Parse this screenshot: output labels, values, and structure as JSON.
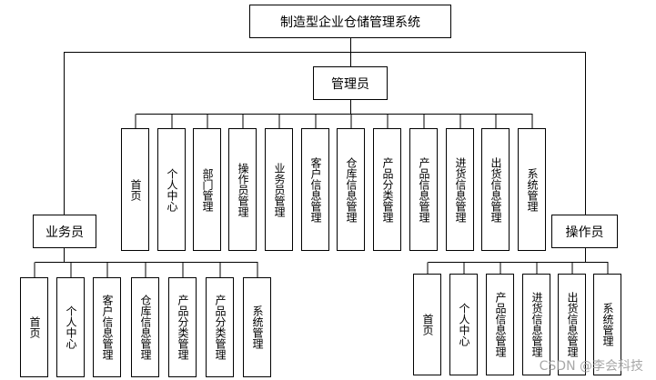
{
  "title": "制造型企业仓储管理系统",
  "admin": {
    "label": "管理员",
    "modules": [
      "首页",
      "个人中心",
      "部门管理",
      "操作员管理",
      "业务员管理",
      "客户信息管理",
      "仓库信息管理",
      "产品分类管理",
      "产品信息管理",
      "进货信息管理",
      "出货信息管理",
      "系统管理"
    ]
  },
  "salesperson": {
    "label": "业务员",
    "modules": [
      "首页",
      "个人中心",
      "客户信息管理",
      "仓库信息管理",
      "产品分类管理",
      "产品分类管理",
      "系统管理"
    ]
  },
  "operator": {
    "label": "操作员",
    "modules": [
      "首页",
      "个人中心",
      "产品信息管理",
      "进货信息管理",
      "出货信息管理",
      "系统管理"
    ]
  },
  "watermark": "CSDN @李会科技"
}
